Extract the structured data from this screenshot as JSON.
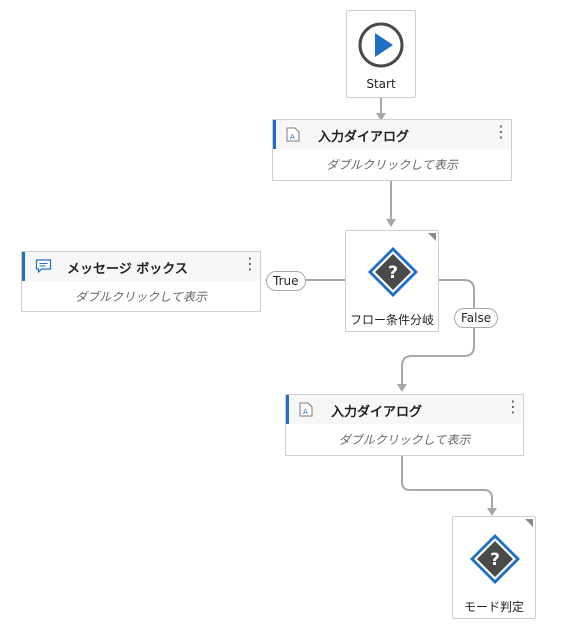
{
  "start": {
    "label": "Start"
  },
  "activities": [
    {
      "title": "入力ダイアログ",
      "body": "ダブルクリックして表示",
      "icon": "input-dialog-icon"
    },
    {
      "title": "メッセージ ボックス",
      "body": "ダブルクリックして表示",
      "icon": "message-box-icon"
    },
    {
      "title": "入力ダイアログ",
      "body": "ダブルクリックして表示",
      "icon": "input-dialog-icon"
    }
  ],
  "decisions": [
    {
      "label": "フロー条件分岐",
      "icon": "question-diamond-icon"
    },
    {
      "label": "モード判定",
      "icon": "question-diamond-icon"
    }
  ],
  "branches": {
    "true_label": "True",
    "false_label": "False"
  },
  "colors": {
    "accent": "#1f6fc6",
    "connector": "#a8a8a8",
    "diamond": "#4a4a4a"
  }
}
